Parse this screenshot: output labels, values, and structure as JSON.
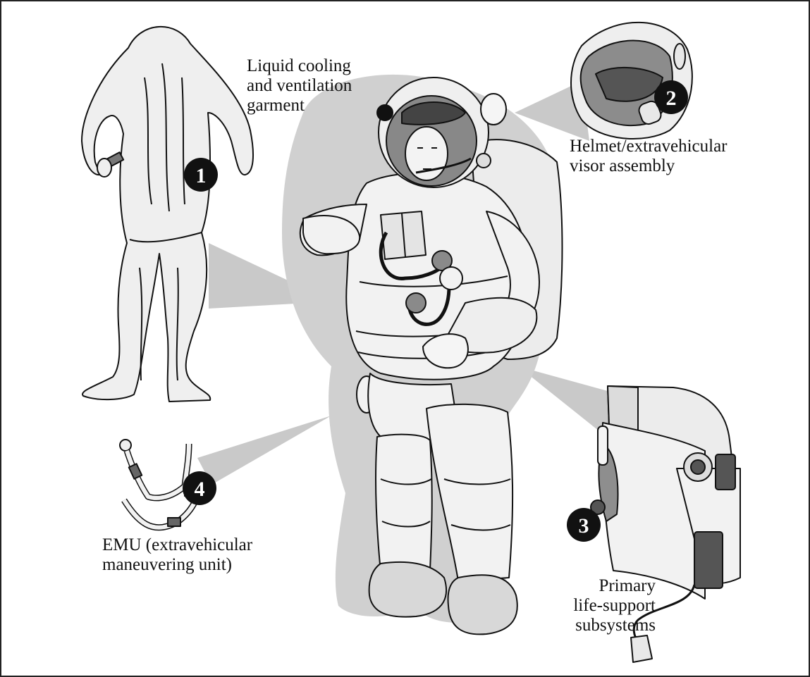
{
  "colors": {
    "ink": "#111111",
    "suit": "#f2f2f2",
    "suit_shade": "#d6d6d6",
    "pointer": "#c9c9c9",
    "shadow": "#d0d0d0",
    "badge": "#111111"
  },
  "callouts": [
    {
      "number": "1",
      "lines": [
        "Liquid cooling",
        "and ventilation",
        "garment"
      ]
    },
    {
      "number": "2",
      "lines": [
        "Helmet/extravehicular",
        "visor assembly"
      ]
    },
    {
      "number": "3",
      "lines": [
        "Primary",
        "life-support",
        "subsystems"
      ]
    },
    {
      "number": "4",
      "lines": [
        "EMU (extravehicular",
        "maneuvering unit)"
      ]
    }
  ]
}
